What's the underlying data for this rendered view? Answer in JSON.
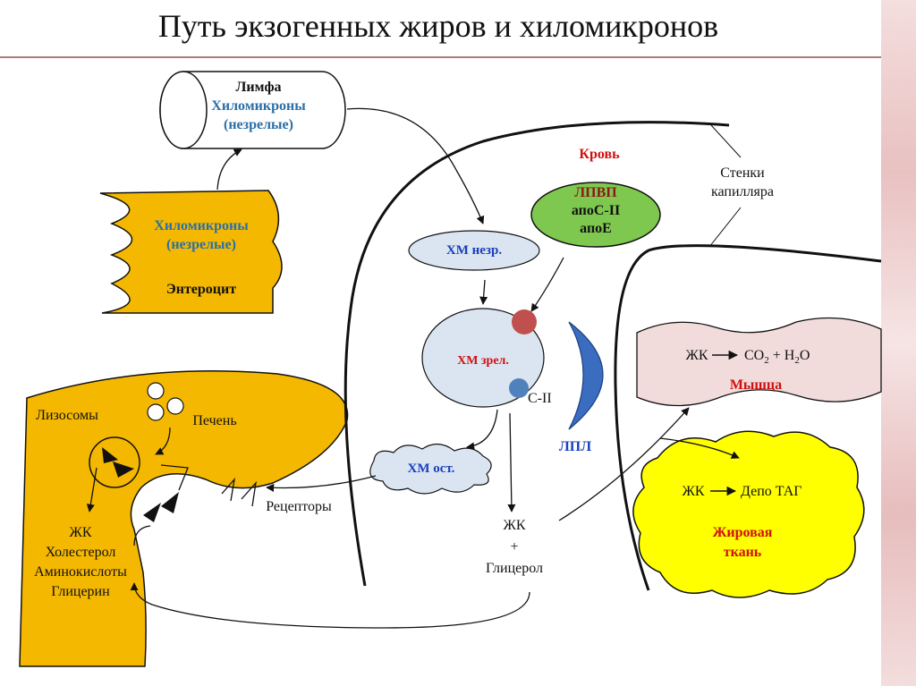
{
  "title": "Путь экзогенных жиров и хиломикронов",
  "lymph": {
    "title": "Лимфа",
    "line1": "Хиломикроны",
    "line2": "(незрелые)"
  },
  "enterocyte": {
    "line1": "Хиломикроны",
    "line2": "(незрелые)",
    "name": "Энтероцит"
  },
  "blood": "Кровь",
  "capillary_walls": {
    "line1": "Стенки",
    "line2": "капилляра"
  },
  "hdl": {
    "line1": "ЛПВП",
    "line2": "апоС-II",
    "line3": "апоЕ"
  },
  "hm_immature": "ХМ незр.",
  "hm_mature": "ХМ зрел.",
  "apo_c2": "С-II",
  "lpl": "ЛПЛ",
  "hm_remnant": "ХМ ост.",
  "liver": {
    "lysosomes": "Лизосомы",
    "liver": "Печень",
    "products": [
      "ЖК",
      "Холестерол",
      "Аминокислоты",
      "Глицерин"
    ],
    "receptors": "Рецепторы"
  },
  "fa_glycerol": {
    "line1": "ЖК",
    "line2": "+",
    "line3": "Глицерол"
  },
  "muscle": {
    "fa": "ЖК",
    "co2_base": "CO",
    "co2_sub": "2",
    "plus": "+",
    "h2o_base": "H",
    "h2o_sub": "2",
    "h2o_tail": "O",
    "name": "Мышца"
  },
  "adipose": {
    "fa": "ЖК",
    "depot": "Депо ТАГ",
    "line1": "Жировая",
    "line2": "ткань"
  },
  "colors": {
    "enterocyte": "#f5b800",
    "liver": "#f5b800",
    "hdl": "#7ec850",
    "hm": "#dbe5f1",
    "lpl": "#3a6cc0",
    "muscle": "#f2dcdb",
    "adipose": "#ffff00",
    "apo_red": "#c0504d",
    "apo_blue": "#4f81bd"
  }
}
